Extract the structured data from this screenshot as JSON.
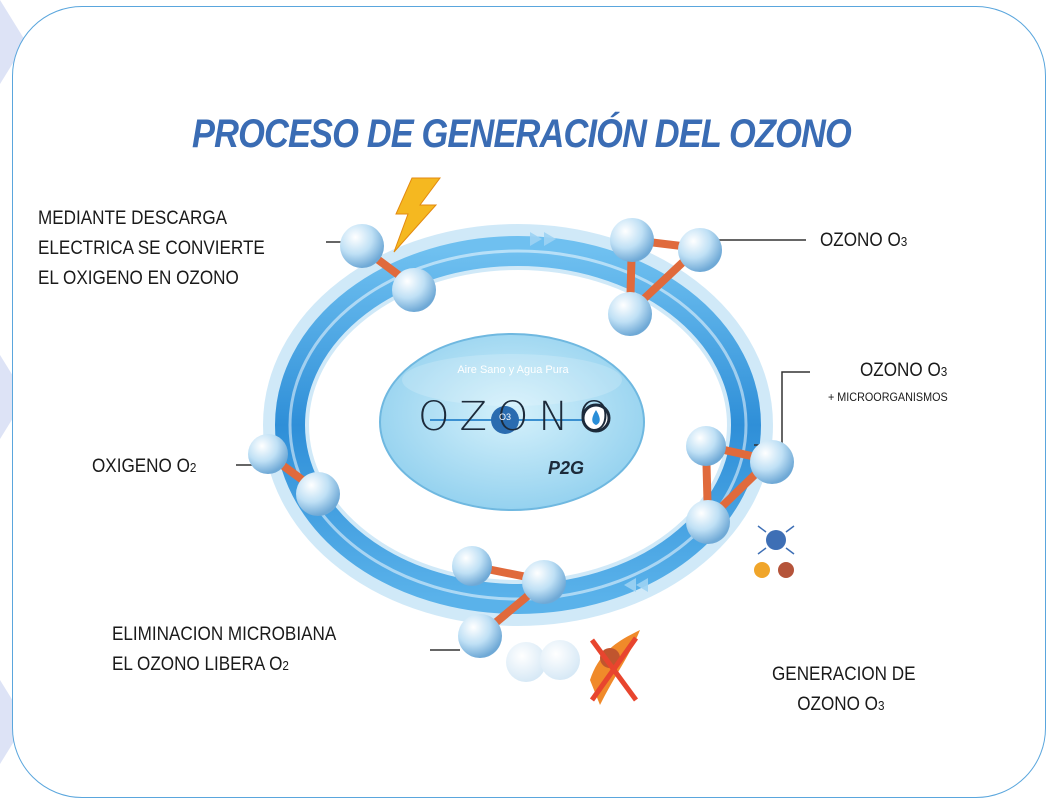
{
  "title": "PROCESO DE GENERACIÓN DEL OZONO",
  "labels": {
    "descarga_line1": "MEDIANTE DESCARGA",
    "descarga_line2": "ELECTRICA SE CONVIERTE",
    "descarga_line3": "EL OXIGENO EN OZONO",
    "ozono_top": "OZONO  O",
    "ozono_top_sub": "3",
    "ozono_micro": "OZONO  O",
    "ozono_micro_sub": "3",
    "micro": "+ MICROORGANISMOS",
    "oxigeno": "OXIGENO  O",
    "oxigeno_sub": "2",
    "elim_line1": "ELIMINACION MICROBIANA",
    "elim_line2": "EL OZONO LIBERA O",
    "elim_sub": "2",
    "gen_line1": "GENERACION DE",
    "gen_line2": "OZONO  O",
    "gen_sub": "3"
  },
  "logo": {
    "tagline": "Aire Sano y Agua Pura",
    "word": "OZONO",
    "o3": "O3",
    "brand": "P2G"
  },
  "colors": {
    "ring": "#3d9be0",
    "atom": "#bfe0f5",
    "bond": "#e06a3c",
    "title": "#3a6cb4",
    "frame": "#5aa6dd"
  }
}
